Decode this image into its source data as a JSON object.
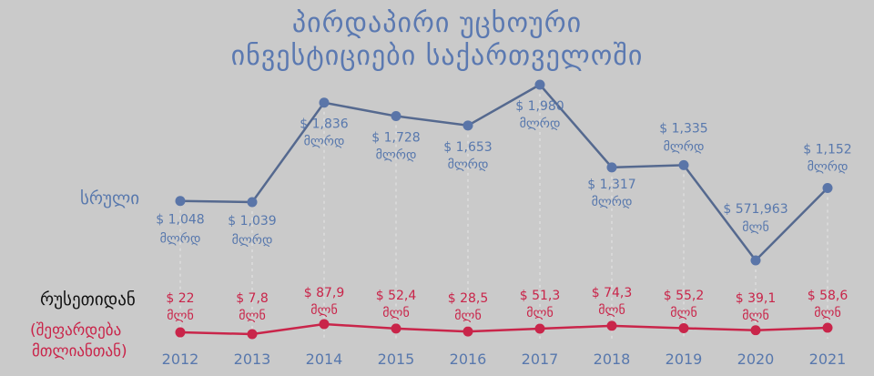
{
  "title": [
    "პირდაპირი უცხოური",
    "ინვესტიციები საქართველოში"
  ],
  "labels": {
    "total": "სრული",
    "russia": "რუსეთიდან",
    "share": [
      "(შეფარდება",
      "მთლიანთან)"
    ]
  },
  "colors": {
    "background": "#cacaca",
    "title": "#5b79b1",
    "total_line": "#55698f",
    "total_text": "#5878ad",
    "russia_line": "#c9254a",
    "russia_text": "#c9254a",
    "grid": "#e6e6e6"
  },
  "chart_data": {
    "type": "line",
    "title": "პირდაპირი უცხოური ინვესტიციები საქართველოში",
    "categories": [
      "2012",
      "2013",
      "2014",
      "2015",
      "2016",
      "2017",
      "2018",
      "2019",
      "2020",
      "2021"
    ],
    "series": [
      {
        "name": "სრული",
        "values": [
          1048,
          1039,
          1836,
          1728,
          1653,
          1980,
          1317,
          1335,
          571.963,
          1152
        ],
        "labels": [
          [
            "$ 1,048",
            "მლრდ"
          ],
          [
            "$ 1,039",
            "მლრდ"
          ],
          [
            "$ 1,836",
            "მლრდ"
          ],
          [
            "$ 1,728",
            "მლრდ"
          ],
          [
            "$ 1,653",
            "მლრდ"
          ],
          [
            "$ 1,980",
            "მლრდ"
          ],
          [
            "$ 1,317",
            "მლრდ"
          ],
          [
            "$ 1,335",
            "მლრდ"
          ],
          [
            "$ 571,963",
            "მლნ"
          ],
          [
            "$ 1,152",
            "მლრდ"
          ]
        ]
      },
      {
        "name": "რუსეთიდან",
        "values": [
          22,
          7.8,
          87.9,
          52.4,
          28.5,
          51.3,
          74.3,
          55.2,
          39.1,
          58.6
        ],
        "labels": [
          [
            "$ 22",
            "მლნ"
          ],
          [
            "$ 7,8",
            "მლნ"
          ],
          [
            "$ 87,9",
            "მლნ"
          ],
          [
            "$ 52,4",
            "მლნ"
          ],
          [
            "$ 28,5",
            "მლნ"
          ],
          [
            "$ 51,3",
            "მლნ"
          ],
          [
            "$ 74,3",
            "მლნ"
          ],
          [
            "$ 55,2",
            "მლნ"
          ],
          [
            "$ 39,1",
            "მლნ"
          ],
          [
            "$ 58,6",
            "მლნ"
          ]
        ]
      }
    ],
    "xlabel": "",
    "ylabel": "",
    "grid": false
  }
}
